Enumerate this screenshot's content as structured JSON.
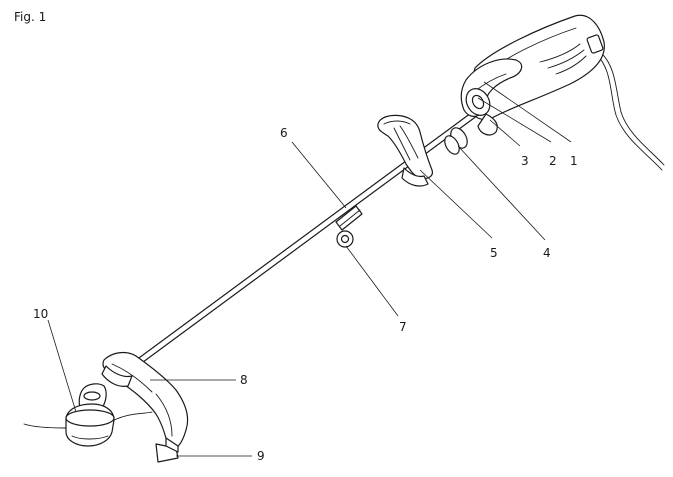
{
  "figure": {
    "title": "Fig. 1",
    "callouts": [
      "1",
      "2",
      "3",
      "4",
      "5",
      "6",
      "7",
      "8",
      "9",
      "10"
    ]
  }
}
